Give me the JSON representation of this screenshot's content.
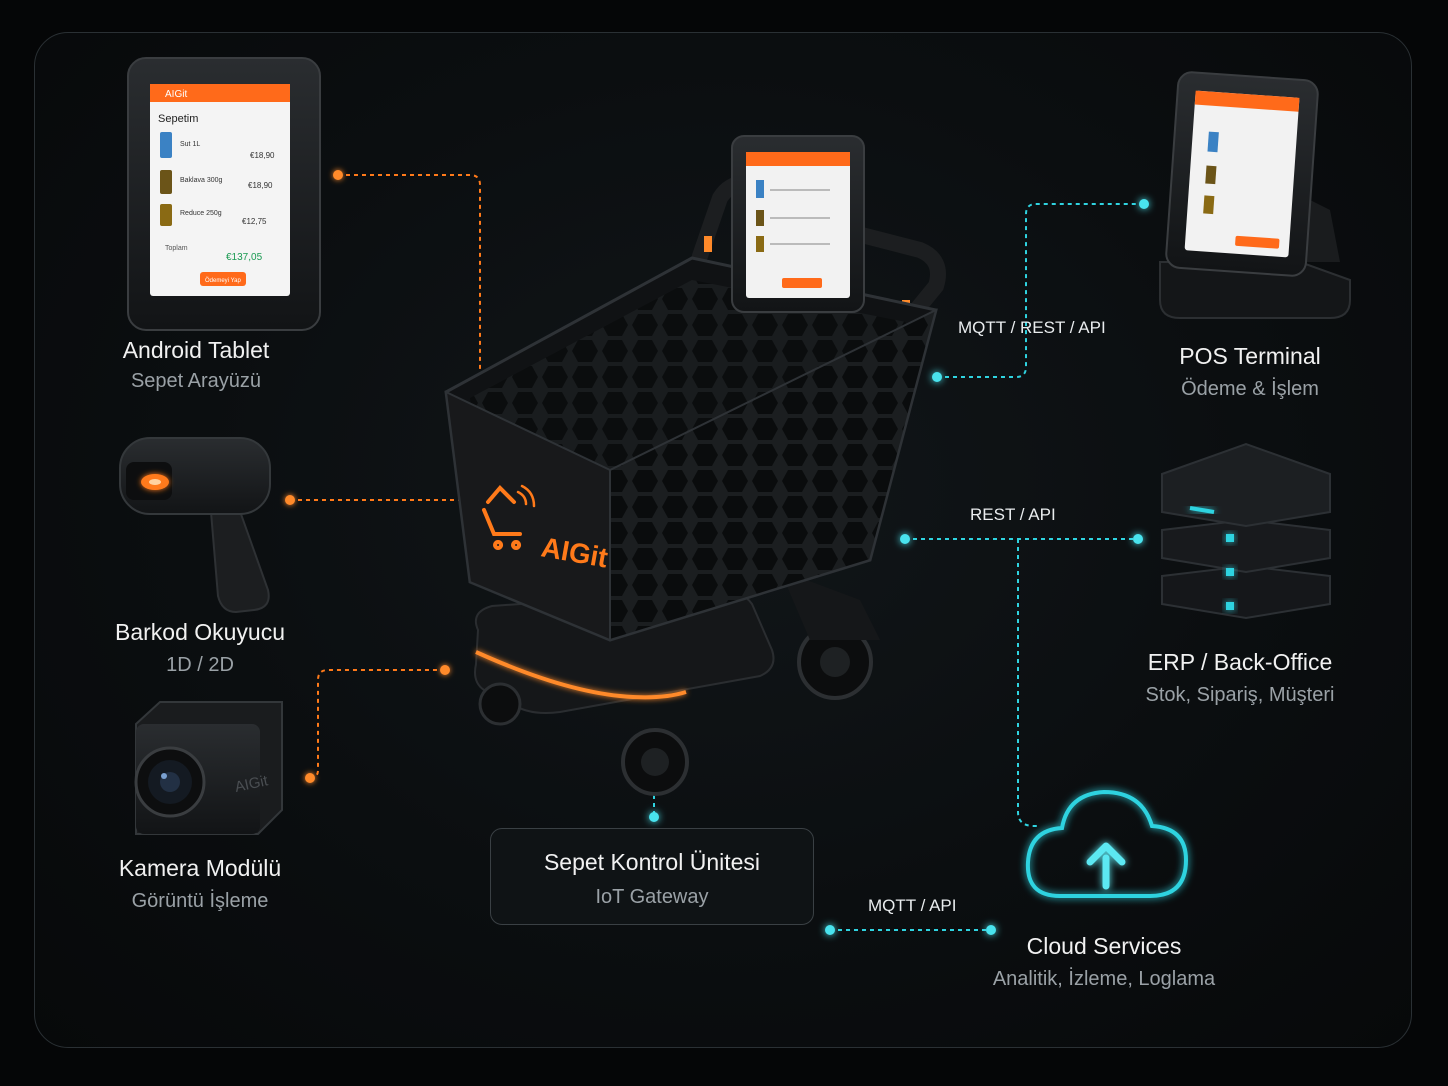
{
  "brand": {
    "name": "AIGit",
    "accent": "#ff7a1a",
    "link_cyan": "#2fd3e0",
    "background": "#0b0e10"
  },
  "devices": {
    "tablet": {
      "title": "Android Tablet",
      "subtitle": "Sepet Arayüzü",
      "icon": "tablet-icon"
    },
    "scanner": {
      "title": "Barkod Okuyucu",
      "subtitle": "1D / 2D",
      "icon": "barcode-scanner-icon"
    },
    "camera": {
      "title": "Kamera Modülü",
      "subtitle": "Görüntü İşleme",
      "icon": "camera-icon",
      "housing_text": "AIGit"
    }
  },
  "center": {
    "title": "Sepet Kontrol Ünitesi",
    "subtitle": "IoT Gateway",
    "icon": "smart-cart-icon"
  },
  "services": {
    "pos": {
      "title": "POS Terminal",
      "subtitle": "Ödeme & İşlem",
      "icon": "pos-terminal-icon"
    },
    "erp": {
      "title": "ERP / Back-Office",
      "subtitle": "Stok, Sipariş, Müşteri",
      "icon": "server-rack-icon"
    },
    "cloud": {
      "title": "Cloud Services",
      "subtitle": "Analitik, İzleme, Loglama",
      "icon": "cloud-upload-icon"
    }
  },
  "links": {
    "pos": "MQTT / REST / API",
    "erp": "REST / API",
    "cloud": "MQTT / API"
  },
  "screen": {
    "header": "AIGit",
    "title": "Sepetim",
    "items": [
      {
        "name": "Sut 1L",
        "price": "€18,90"
      },
      {
        "name": "Baklava 300g",
        "price": "€18,90"
      },
      {
        "name": "Reduce 250g",
        "price": "€12,75"
      }
    ],
    "total_label": "Toplam",
    "total": "€137,05",
    "pay_button": "Ödemeyi Yap"
  }
}
